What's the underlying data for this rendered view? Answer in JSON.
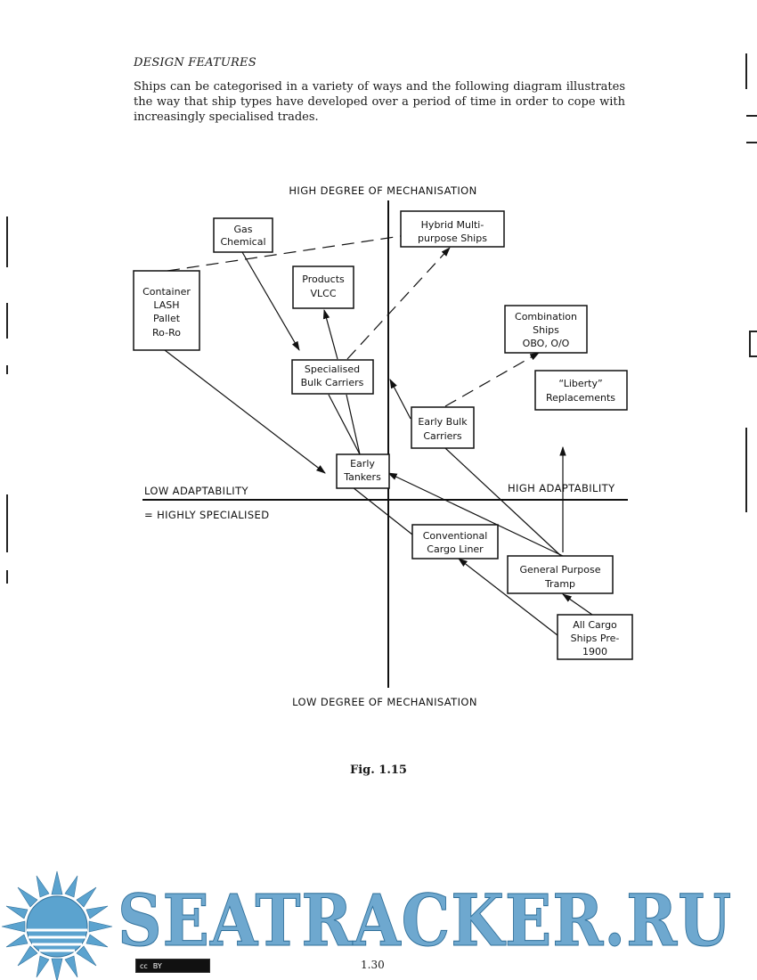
{
  "section": {
    "heading": "DESIGN FEATURES",
    "paragraph": "Ships can be categorised in a variety of ways and the following diagram illustrates the way that ship types have developed over a period of time in order to cope with increasingly specialised trades."
  },
  "diagram": {
    "axes": {
      "top": "HIGH DEGREE OF MECHANISATION",
      "bottom": "LOW DEGREE OF MECHANISATION",
      "left": "LOW ADAPTABILITY",
      "left_sub": "= HIGHLY SPECIALISED",
      "right": "HIGH ADAPTABILITY"
    },
    "boxes": {
      "gas": [
        "Gas",
        "Chemical"
      ],
      "hybrid": [
        "Hybrid Multi-",
        "purpose Ships"
      ],
      "container": [
        "Container",
        "LASH",
        "Pallet",
        "Ro-Ro"
      ],
      "products": [
        "Products",
        "VLCC"
      ],
      "combination": [
        "Combination",
        "Ships",
        "OBO, O/O"
      ],
      "specialised": [
        "Specialised",
        "Bulk Carriers"
      ],
      "liberty": [
        "“Liberty”",
        "Replacements"
      ],
      "earlybulk": [
        "Early Bulk",
        "Carriers"
      ],
      "earlytankers": [
        "Early",
        "Tankers"
      ],
      "conventional": [
        "Conventional",
        "Cargo Liner"
      ],
      "general": [
        "General Purpose",
        "Tramp"
      ],
      "allcargo": [
        "All Cargo",
        "Ships Pre-",
        "1900"
      ]
    }
  },
  "caption": "Fig. 1.15",
  "page_number": "1.30",
  "watermark": "SEATRACKER.RU",
  "license_badge": {
    "cc": "cc",
    "by": "BY"
  },
  "colors": {
    "watermark": "#6ea8cf",
    "ink": "#111111"
  }
}
